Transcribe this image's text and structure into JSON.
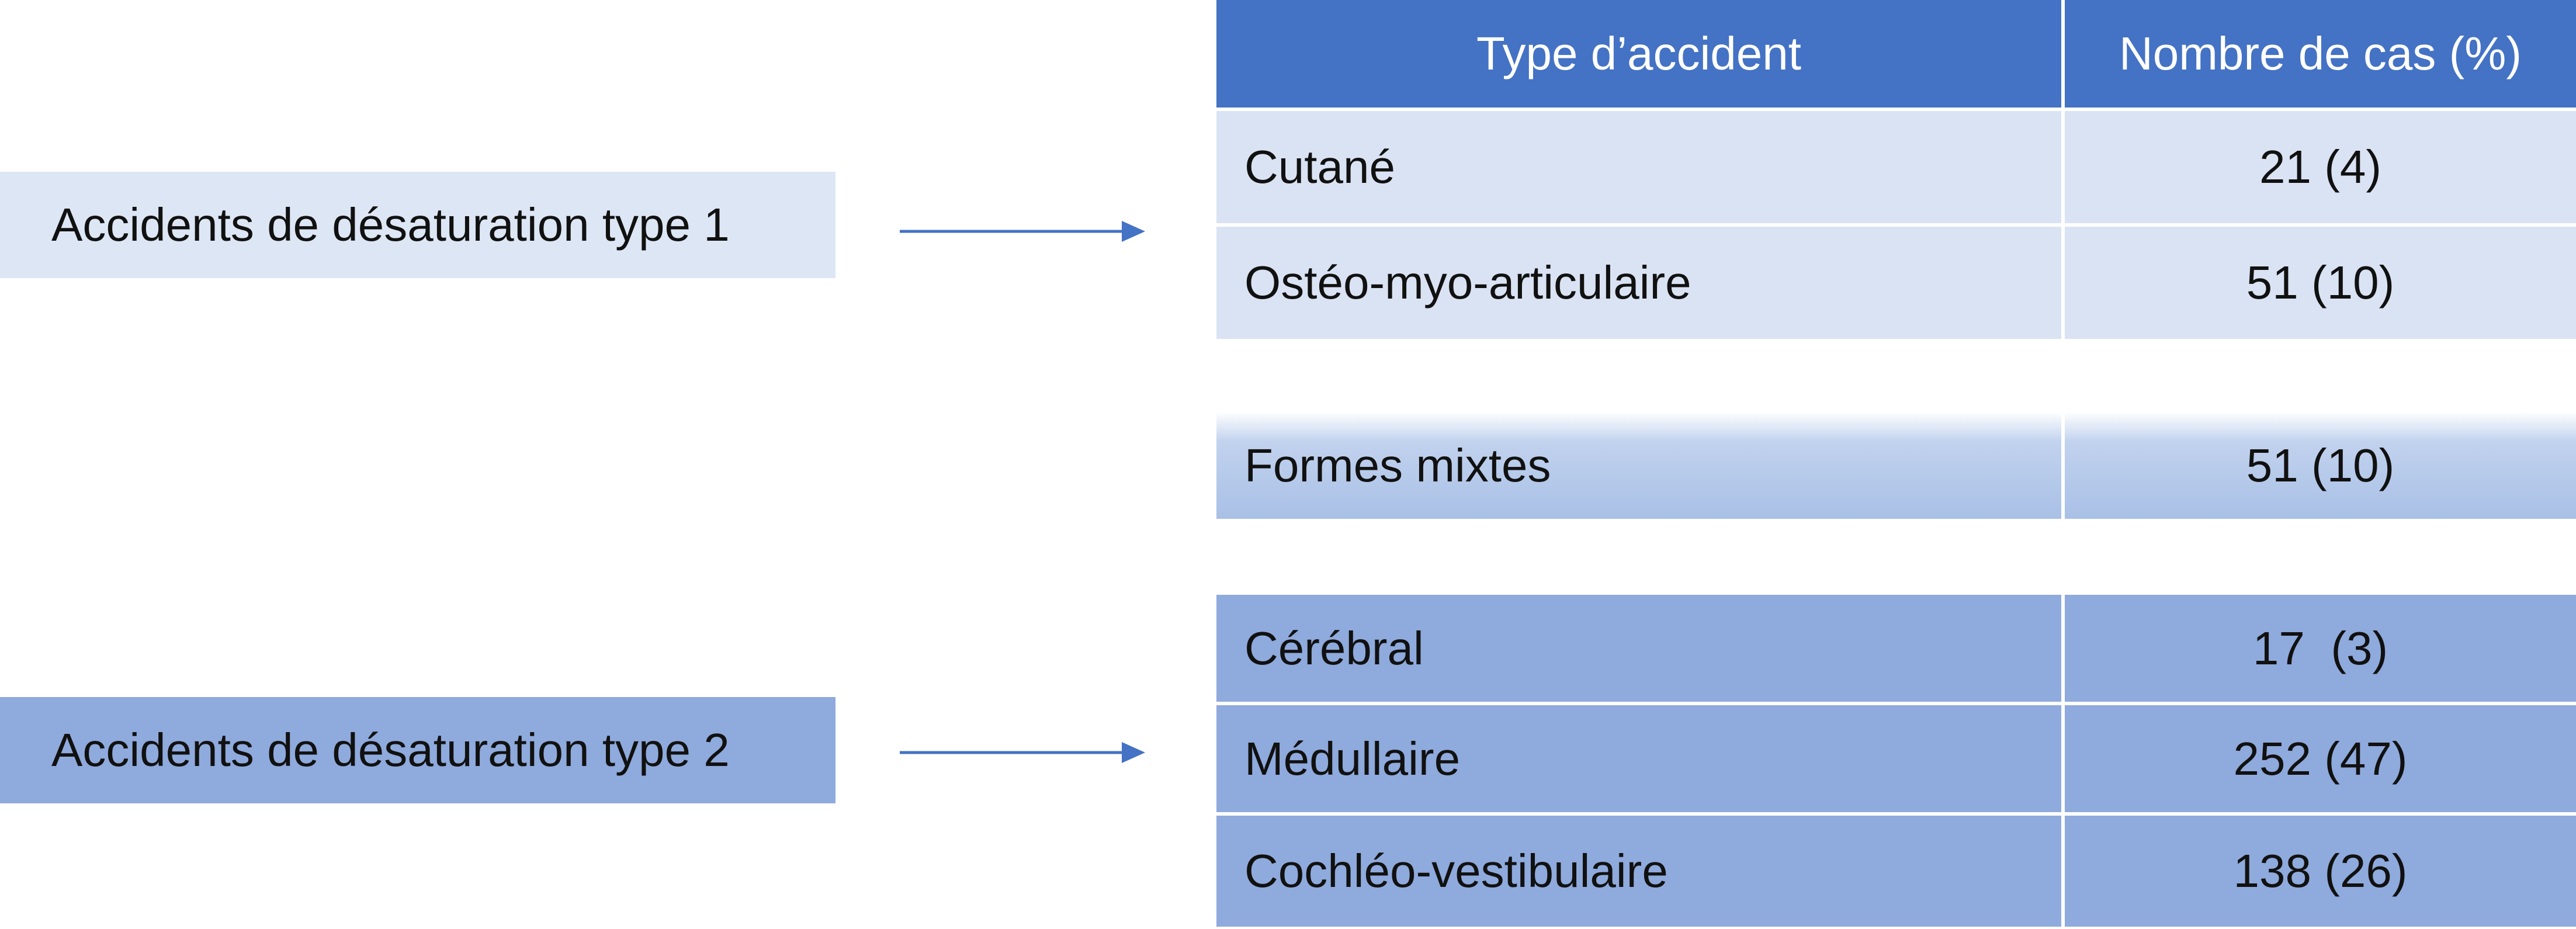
{
  "groups": {
    "type1": {
      "label": "Accidents de désaturation type 1"
    },
    "type2": {
      "label": "Accidents de désaturation type 2"
    }
  },
  "table": {
    "headers": [
      "Type d’accident",
      "Nombre de cas (%)"
    ],
    "rows": [
      {
        "type": "Cutané",
        "cases": "21 (4)"
      },
      {
        "type": "Ostéo-myo-articulaire",
        "cases": "51 (10)"
      },
      {
        "type": "Formes mixtes",
        "cases": "51 (10)"
      },
      {
        "type": "Cérébral",
        "cases": "17  (3)"
      },
      {
        "type": "Médullaire",
        "cases": "252 (47)"
      },
      {
        "type": "Cochléo-vestibulaire",
        "cases": "138 (26)"
      }
    ]
  },
  "colors": {
    "header": "#4472c4",
    "type1_fill": "#dae3f3",
    "mixed_fill": "#b4c7e7",
    "type2_fill": "#8faadc",
    "arrow": "#4472c4"
  }
}
